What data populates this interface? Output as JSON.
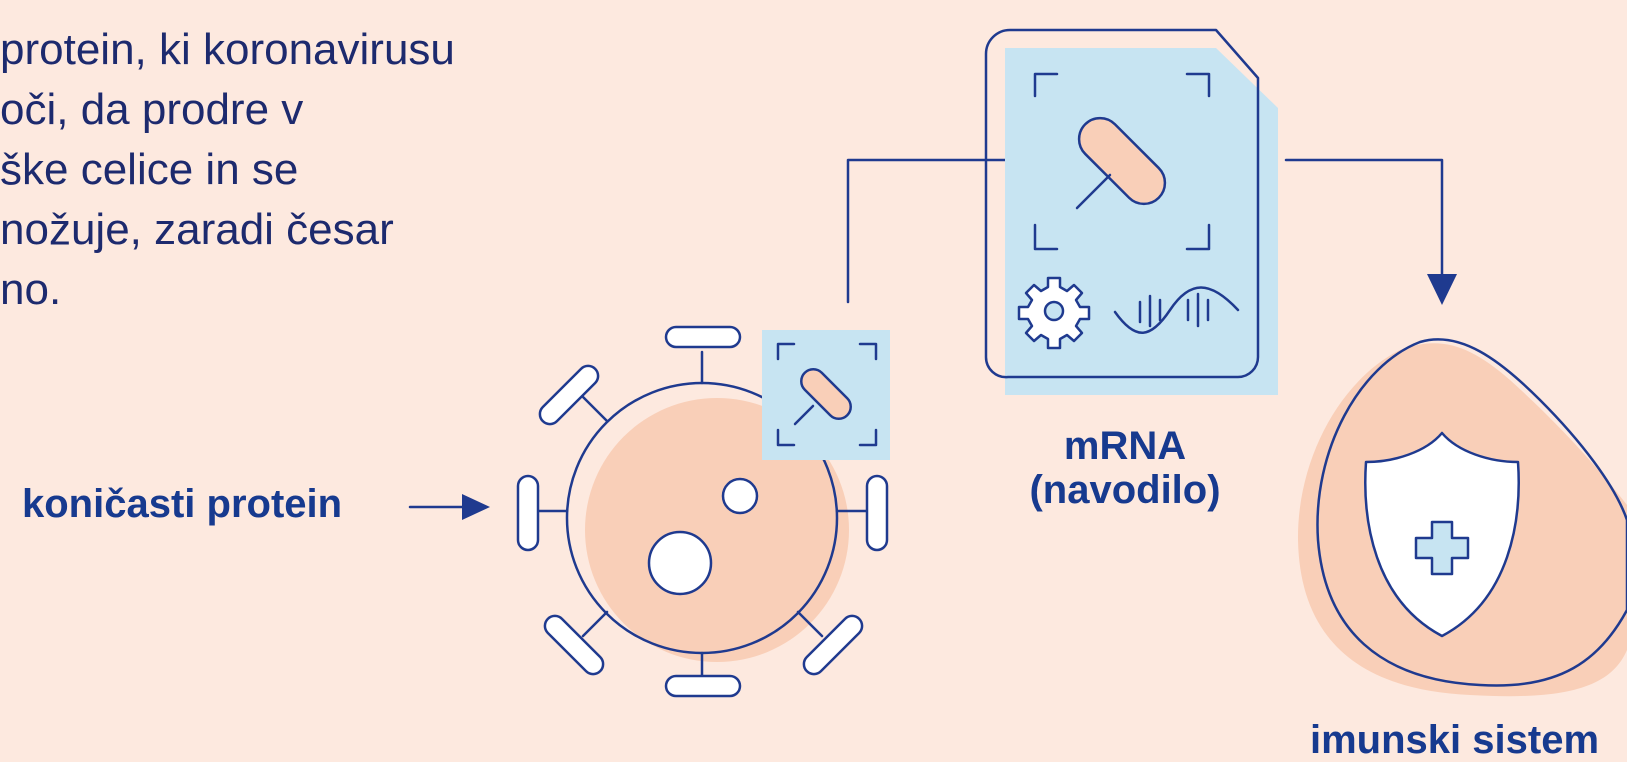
{
  "description": {
    "lines": [
      "protein, ki koronavirusu",
      "oči, da prodre v",
      "ške celice in se",
      "nožuje, zaradi česar",
      "no."
    ]
  },
  "labels": {
    "spike_protein": "koničasti protein",
    "mrna_line1": "mRNA",
    "mrna_line2": "(navodilo)",
    "immune_system": "imunski sistem"
  },
  "colors": {
    "background": "#fde9df",
    "peach_fill": "#f9cfb8",
    "light_blue_fill": "#c7e4f2",
    "navy_stroke": "#1f3a8f",
    "label_text": "#173a8f"
  },
  "icons": {
    "virus": "virus-icon",
    "spike_zoom": "spike-protein-zoom-icon",
    "document": "mrna-document-icon",
    "gear": "gear-icon",
    "dna_wave": "dna-wave-icon",
    "cell": "immune-cell-icon",
    "shield": "shield-icon",
    "plus": "medical-cross-icon"
  }
}
